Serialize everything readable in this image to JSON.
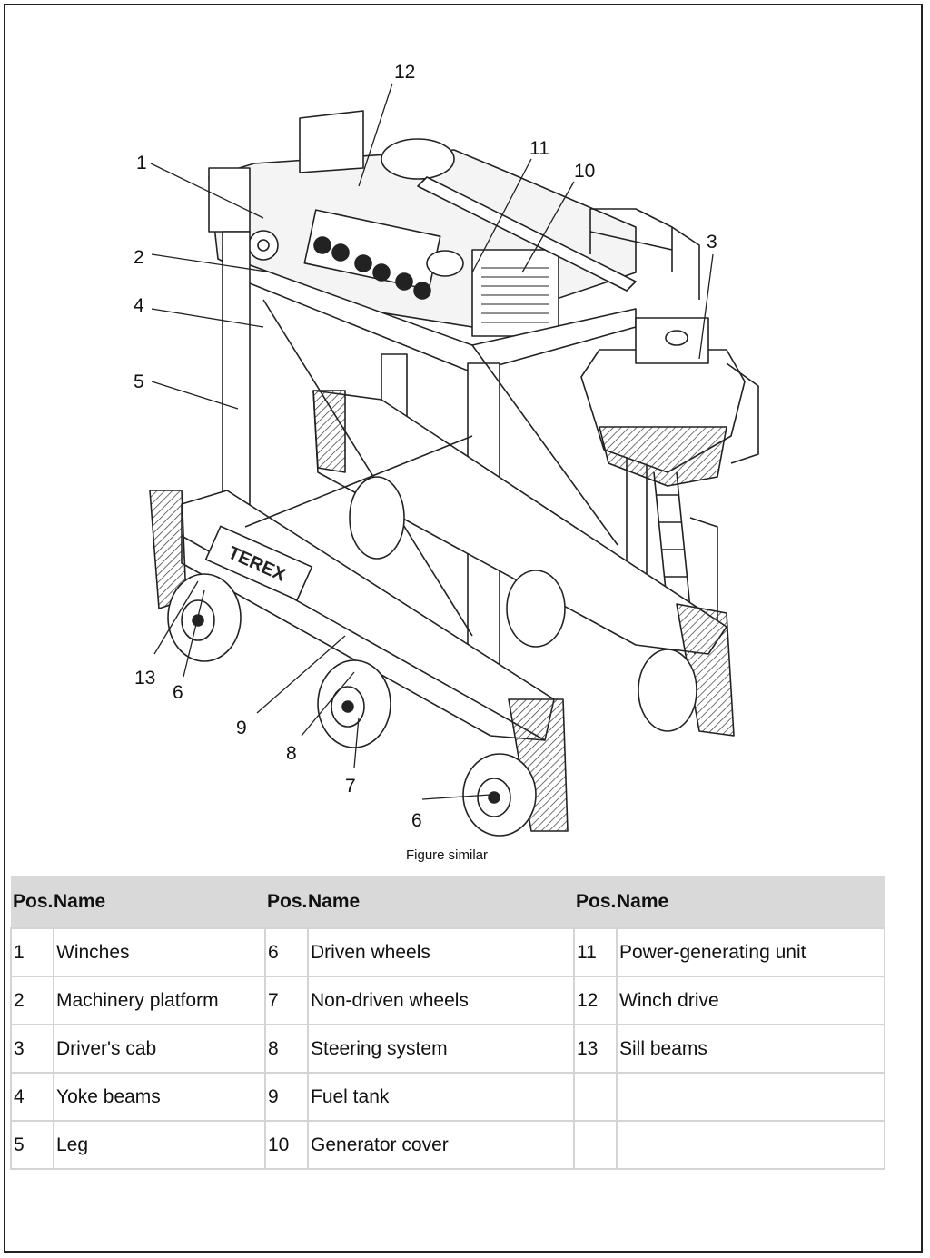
{
  "figure": {
    "callouts": [
      "1",
      "2",
      "3",
      "4",
      "5",
      "6",
      "6",
      "7",
      "8",
      "9",
      "10",
      "11",
      "12",
      "13"
    ],
    "caption": "Figure similar"
  },
  "table": {
    "headers": [
      {
        "pos": "Pos.",
        "name": "Name"
      },
      {
        "pos": "Pos.",
        "name": "Name"
      },
      {
        "pos": "Pos.",
        "name": "Name"
      }
    ],
    "rows": [
      [
        {
          "pos": "1",
          "name": "Winches"
        },
        {
          "pos": "6",
          "name": "Driven wheels"
        },
        {
          "pos": "11",
          "name": "Power-generating unit"
        }
      ],
      [
        {
          "pos": "2",
          "name": "Machinery platform"
        },
        {
          "pos": "7",
          "name": "Non-driven wheels"
        },
        {
          "pos": "12",
          "name": "Winch drive"
        }
      ],
      [
        {
          "pos": "3",
          "name": "Driver's cab"
        },
        {
          "pos": "8",
          "name": "Steering system"
        },
        {
          "pos": "13",
          "name": "Sill beams"
        }
      ],
      [
        {
          "pos": "4",
          "name": "Yoke beams"
        },
        {
          "pos": "9",
          "name": "Fuel tank"
        },
        {
          "pos": "",
          "name": ""
        }
      ],
      [
        {
          "pos": "5",
          "name": "Leg"
        },
        {
          "pos": "10",
          "name": "Generator cover"
        },
        {
          "pos": "",
          "name": ""
        }
      ]
    ]
  },
  "brand": "TEREX"
}
